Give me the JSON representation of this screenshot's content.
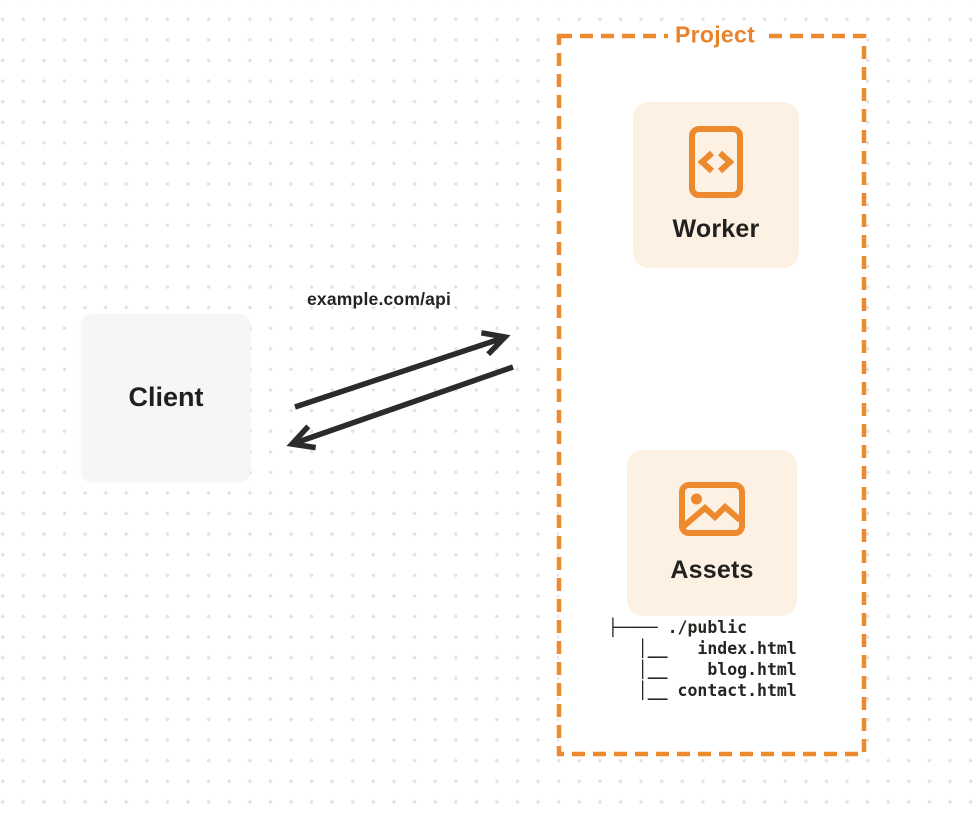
{
  "diagram": {
    "client": {
      "label": "Client"
    },
    "request_label": "example.com/api",
    "project": {
      "label": "Project",
      "nodes": [
        {
          "id": "worker",
          "label": "Worker",
          "icon": "code-file-icon"
        },
        {
          "id": "assets",
          "label": "Assets",
          "icon": "image-icon"
        }
      ],
      "file_tree": {
        "root": "./public",
        "files": [
          "index.html",
          "blog.html",
          "contact.html"
        ],
        "lines": [
          "├──── ./public",
          "   │__   index.html",
          "   │__    blog.html",
          "   │__ contact.html"
        ]
      }
    },
    "colors": {
      "accent_orange": "#ed8a2f",
      "card_background": "#fcf1e2",
      "client_background": "#f6f6f6",
      "arrow": "#2b2b2b",
      "dot_grid": "#e2e2e2"
    }
  }
}
